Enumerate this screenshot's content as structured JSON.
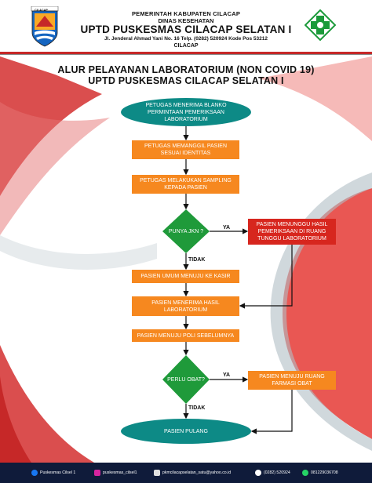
{
  "header": {
    "line1": "PEMERINTAH KABUPATEN CILACAP",
    "line2": "DINAS KESEHATAN",
    "line3": "UPTD PUSKESMAS CILACAP SELATAN I",
    "line4": "Jl. Jenderal Ahmad Yani No. 16 Telp. (0282) 520924 Kode Pos 53212",
    "line5": "CILACAP",
    "logo_left_text": "CILACAP"
  },
  "title": {
    "line1": "ALUR PELAYANAN LABORATORIUM (NON COVID 19)",
    "line2": "UPTD PUSKESMAS CILACAP SELATAN I"
  },
  "flow": {
    "start": "PETUGAS MENERIMA BLANKO PERMINTAAN PEMERIKSAAN LABORATORIUM",
    "step1": "PETUGAS MEMANGGIL PASIEN SESUAI IDENTITAS",
    "step2": "PETUGAS MELAKUKAN SAMPLING KEPADA PASIEN",
    "decision1": "PUNYA JKN ?",
    "decision1_yes": "YA",
    "decision1_no": "TIDAK",
    "wait": "PASIEN MENUNGGU HASIL PEMERIKSAAN DI RUANG TUNGGU LABORATORIUM",
    "cashier": "PASIEN UMUM MENUJU KE KASIR",
    "receive": "PASIEN MENERIMA HASIL LABORATORIUM",
    "poli": "PASIEN MENUJU POLI SEBELUMNYA",
    "decision2": "PERLU OBAT?",
    "decision2_yes": "YA",
    "decision2_no": "TIDAK",
    "pharmacy": "PASIEN MENUJU RUANG FARMASI OBAT",
    "end": "PASIEN PULANG"
  },
  "footer": {
    "facebook": "Puskesmas Cilsel 1",
    "instagram": "puskesmas_cilsel1",
    "email": "pkmcilacapselatan_satu@yahoo.co.id",
    "phone": "(0282) 520924",
    "whatsapp": "081229036708"
  },
  "colors": {
    "teal": "#0d8a86",
    "orange": "#f6881f",
    "green": "#1f9a3a",
    "red": "#d7261e",
    "footer": "#0f1b3a"
  }
}
